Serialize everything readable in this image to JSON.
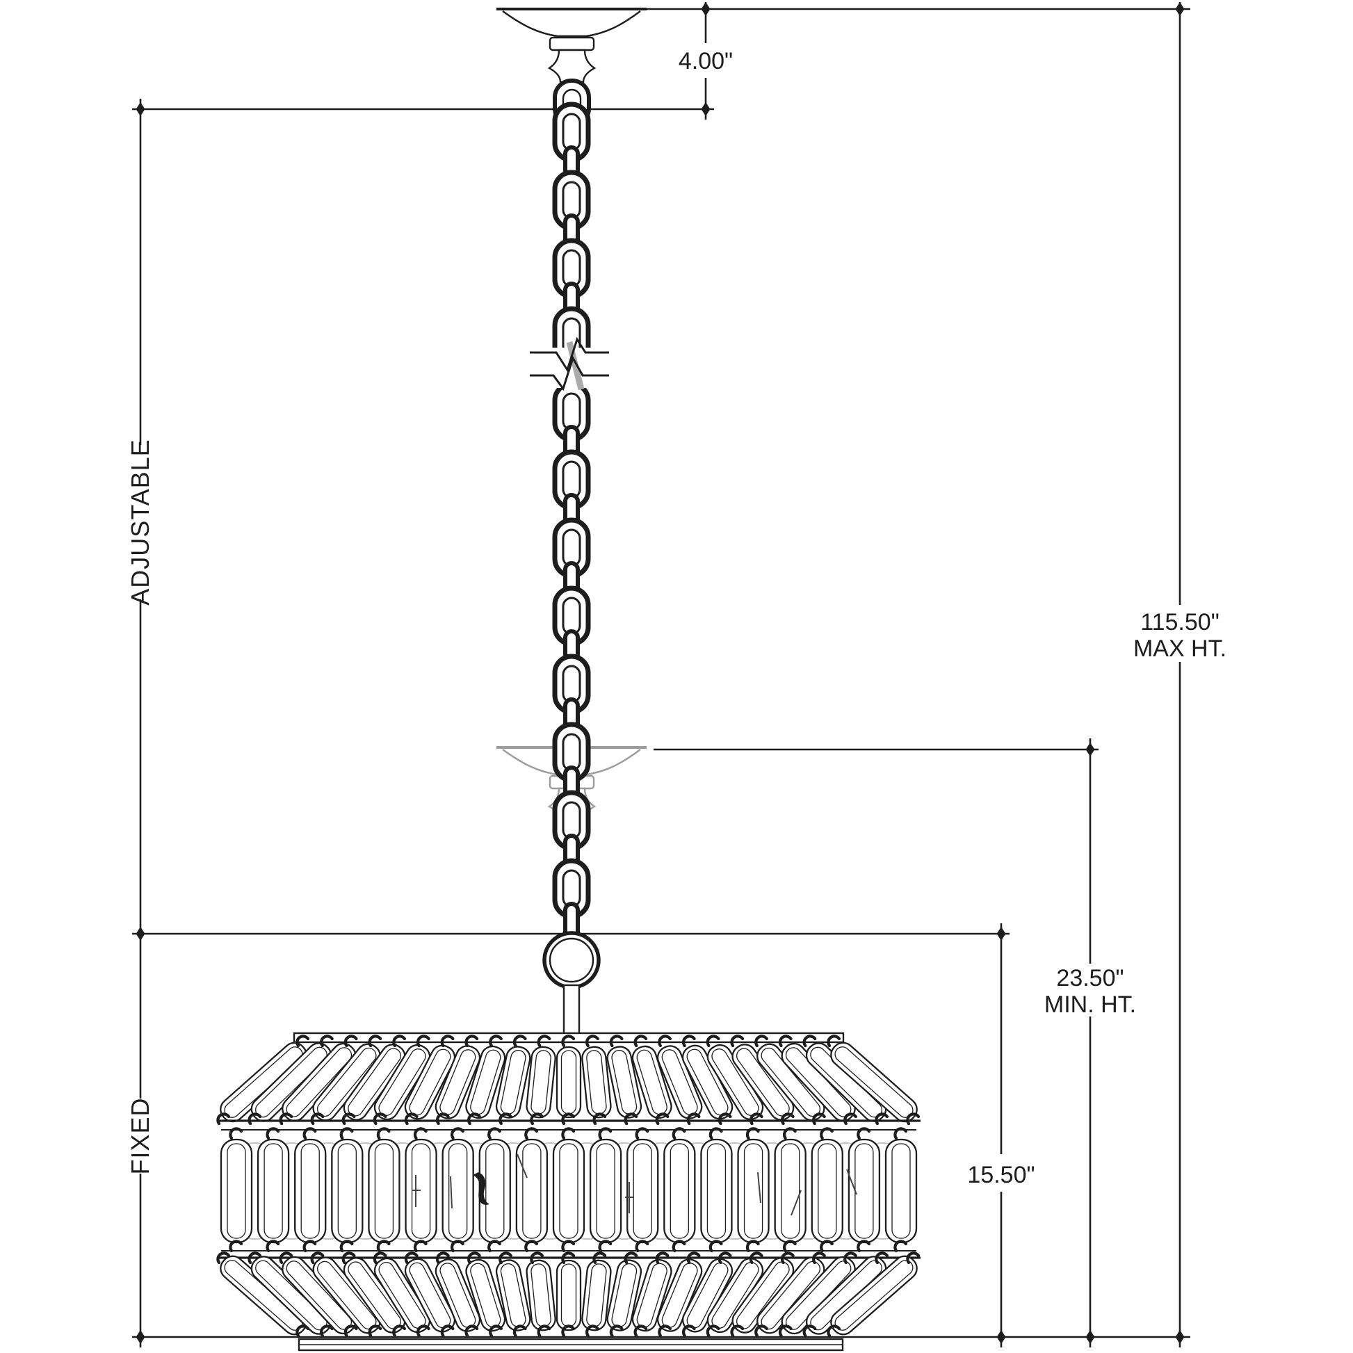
{
  "figure": {
    "background": "#ffffff",
    "line_color": "#1d1d1d",
    "ghost_color": "#9c9c9c",
    "detail_color": "#c4c4c4"
  },
  "dimensions": {
    "hang_top": {
      "label": "4.00\""
    },
    "max_height": {
      "value": "115.50\"",
      "caption": "MAX HT."
    },
    "min_height": {
      "value": "23.50\"",
      "caption": "MIN. HT."
    },
    "fixture_height": {
      "label": "15.50\""
    },
    "adjustable_section": {
      "label": "ADJUSTABLE"
    },
    "fixed_section": {
      "label": "FIXED"
    }
  }
}
